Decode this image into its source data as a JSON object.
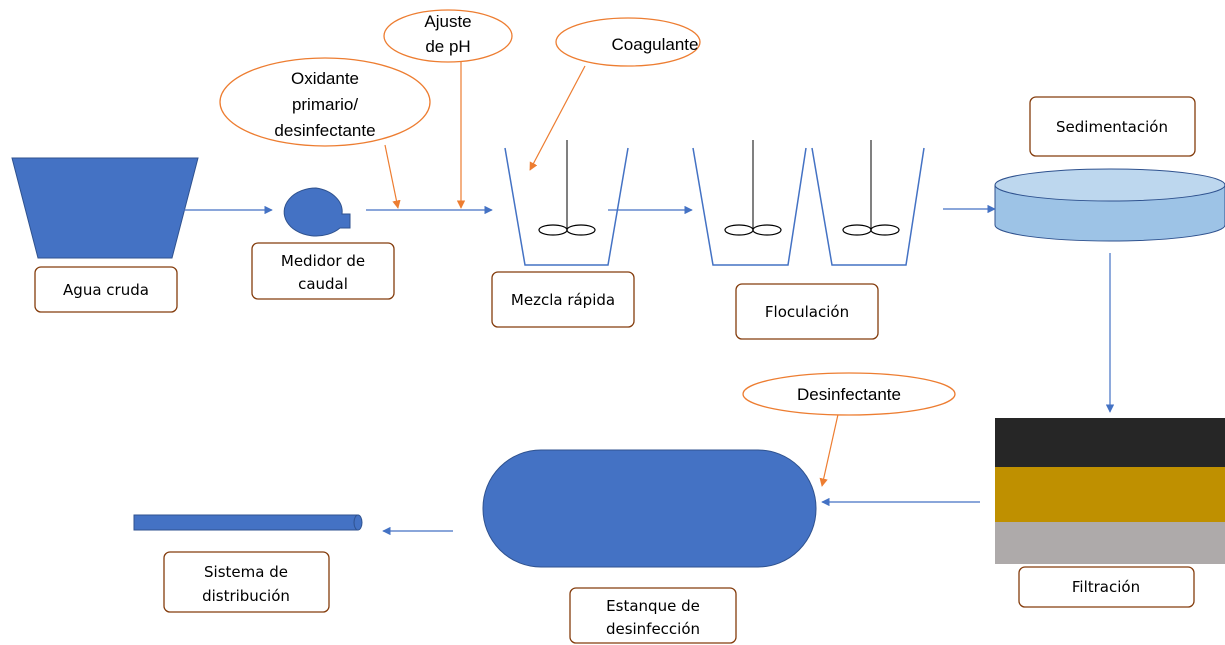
{
  "labels": {
    "agua_cruda": "Agua cruda",
    "medidor_l1": "Medidor de",
    "medidor_l2": "caudal",
    "mezcla_rapida": "Mezcla rápida",
    "floculacion": "Floculación",
    "sedimentacion": "Sedimentación",
    "filtracion": "Filtración",
    "estanque_l1": "Estanque de",
    "estanque_l2": "desinfección",
    "sistema_l1": "Sistema de",
    "sistema_l2": "distribución"
  },
  "chemicals": {
    "oxidante_l1": "Oxidante",
    "oxidante_l2": "primario/",
    "oxidante_l3": "desinfectante",
    "ajuste_l1": "Ajuste",
    "ajuste_l2": "de pH",
    "coagulante": "Coagulante",
    "desinfectante": "Desinfectante"
  },
  "colors": {
    "process_blue": "#4472C4",
    "arrow_blue": "#4472C4",
    "chemical_orange": "#ED7D31",
    "label_border": "#843C0C",
    "clarifier_fill": "#9DC3E6",
    "filter_anthracite": "#262626",
    "filter_sand": "#BF9000",
    "filter_gravel": "#AEAAAA"
  }
}
